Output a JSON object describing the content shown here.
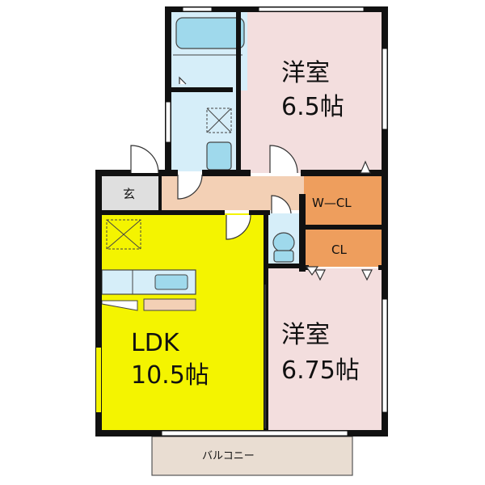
{
  "rooms": {
    "western_room_top": {
      "name": "洋室",
      "size": "6.5帖"
    },
    "western_room_bottom": {
      "name": "洋室",
      "size": "6.75帖"
    },
    "ldk": {
      "name": "LDK",
      "size": "10.5帖"
    },
    "walk_in_closet": {
      "name": "W—CL"
    },
    "closet": {
      "name": "CL"
    },
    "entrance": {
      "name": "玄"
    },
    "balcony": {
      "name": "バルコニー"
    }
  },
  "colors": {
    "wall": "#111111",
    "western_room_fill": "#f3dede",
    "ldk_fill": "#f4f400",
    "closet_fill": "#ee9e5d",
    "hall_fill": "#f3d0b5",
    "wet_area_fill": "#d6eef9",
    "fixture_fill": "#9fd9ec",
    "balcony_fill": "#e9ddd2",
    "entrance_fill": "#dfdfdf"
  }
}
